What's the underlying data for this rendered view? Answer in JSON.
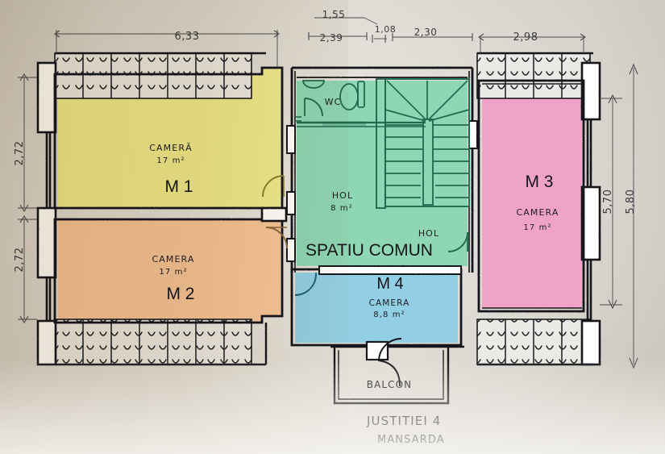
{
  "document": {
    "title": "JUSTITIEI 4",
    "subtitle": "MANSARDA",
    "type": "architectural-floor-plan"
  },
  "rooms": [
    {
      "id": "M1",
      "code": "M 1",
      "name": "CAMERĂ",
      "area": "17 m²",
      "color": "#efeb8e"
    },
    {
      "id": "M2",
      "code": "M 2",
      "name": "CAMERA",
      "area": "17 m²",
      "color": "#f6c69a"
    },
    {
      "id": "M3",
      "code": "M 3",
      "name": "CAMERA",
      "area": "17 m²",
      "color": "#f0a3c8"
    },
    {
      "id": "M4",
      "code": "M 4",
      "name": "CAMERA",
      "area": "8,8 m²",
      "color": "#93cfe4"
    }
  ],
  "common": {
    "label": "SPATIU COMUN",
    "color": "#8ed6b4",
    "wc_label": "WC",
    "hol_label": "HOL",
    "hol_area": "8 m²",
    "hol_label_2": "HOL"
  },
  "balcony": {
    "label": "BALCON"
  },
  "dimensions": {
    "top": [
      {
        "value": "6,33"
      },
      {
        "value": "1,55"
      },
      {
        "value": "2,39"
      },
      {
        "value": "1,08"
      },
      {
        "value": "2,30"
      },
      {
        "value": "2,98"
      }
    ],
    "left": [
      {
        "value": "2,72"
      },
      {
        "value": "2,72"
      }
    ],
    "right": [
      {
        "value": "5,70"
      },
      {
        "value": "5,80"
      }
    ]
  },
  "colors": {
    "ink": "#15151a",
    "paper": "#dcd8d0",
    "hatch_fill": "#e8e6e2",
    "wall_fill": "#ffffff"
  }
}
